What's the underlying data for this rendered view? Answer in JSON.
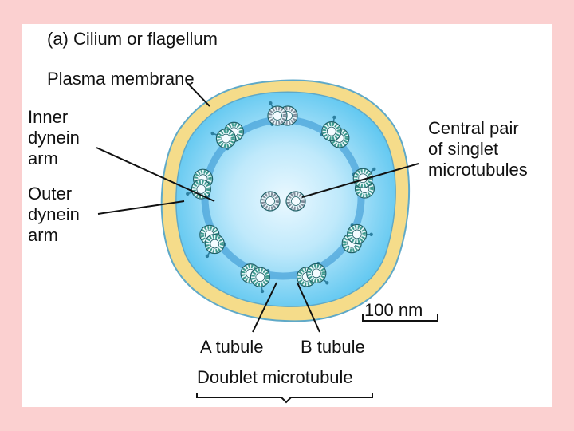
{
  "figure": {
    "title": "(a) Cilium or flagellum",
    "labels": {
      "plasma_membrane": "Plasma membrane",
      "inner_dynein_arm": [
        "Inner",
        "dynein",
        "arm"
      ],
      "outer_dynein_arm": [
        "Outer",
        "dynein",
        "arm"
      ],
      "central_pair": [
        "Central pair",
        "of singlet",
        "microtubules"
      ],
      "scale_bar": "100 nm",
      "a_tubule": "A tubule",
      "b_tubule": "B tubule",
      "doublet": "Doublet microtubule"
    }
  },
  "colors": {
    "page_background": "#fbd0d0",
    "panel_background": "#ffffff",
    "membrane_fill": "#f5dc8a",
    "membrane_stroke": "#5fa9c8",
    "matrix_light": "#dff3fd",
    "matrix_dark": "#5cc6f0",
    "radial_spoke": "#2f8fd0",
    "tubule_teal": "#3d9a8e",
    "tubule_gray": "#7f8c9a",
    "dynein_arm": "#2c7fa0",
    "pointer_line": "#111111"
  },
  "structure": {
    "peripheral_doublets": 9,
    "central_singlets": 2
  }
}
